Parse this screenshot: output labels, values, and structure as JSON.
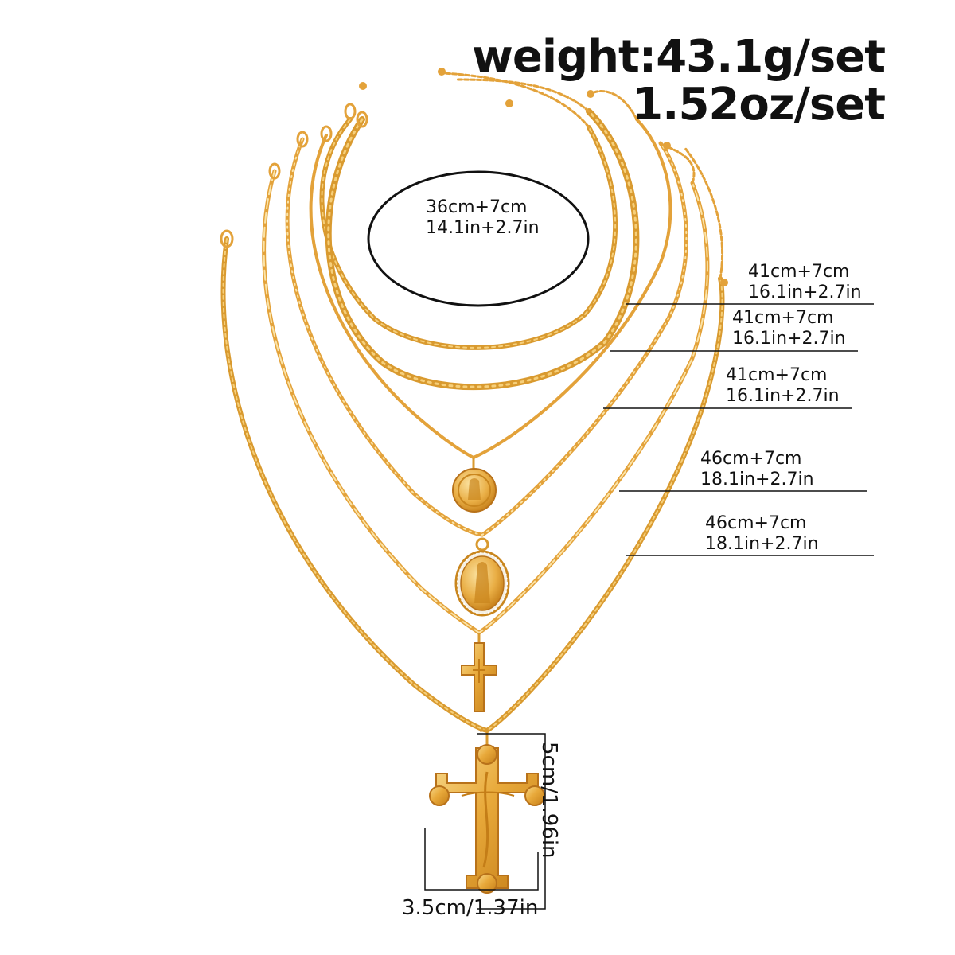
{
  "weight": {
    "grams": "weight:43.1g/set",
    "ounces": "1.52oz/set"
  },
  "necklaces": [
    {
      "name": "choker",
      "cm": "36cm+7cm",
      "inch": "14.1in+2.7in"
    },
    {
      "name": "rope-chain",
      "cm": "41cm+7cm",
      "inch": "16.1in+2.7in"
    },
    {
      "name": "coin-pendant",
      "cm": "41cm+7cm",
      "inch": "16.1in+2.7in"
    },
    {
      "name": "oval-medal",
      "cm": "41cm+7cm",
      "inch": "16.1in+2.7in"
    },
    {
      "name": "small-cross",
      "cm": "46cm+7cm",
      "inch": "18.1in+2.7in"
    },
    {
      "name": "large-cross",
      "cm": "46cm+7cm",
      "inch": "18.1in+2.7in"
    }
  ],
  "pendant": {
    "height": "5cm/1.96in",
    "width": "3.5cm/1.37in"
  },
  "colors": {
    "gold": "#E8A93A",
    "gold_dark": "#C9861E",
    "gold_light": "#F6CF7A",
    "ink": "#111111"
  }
}
